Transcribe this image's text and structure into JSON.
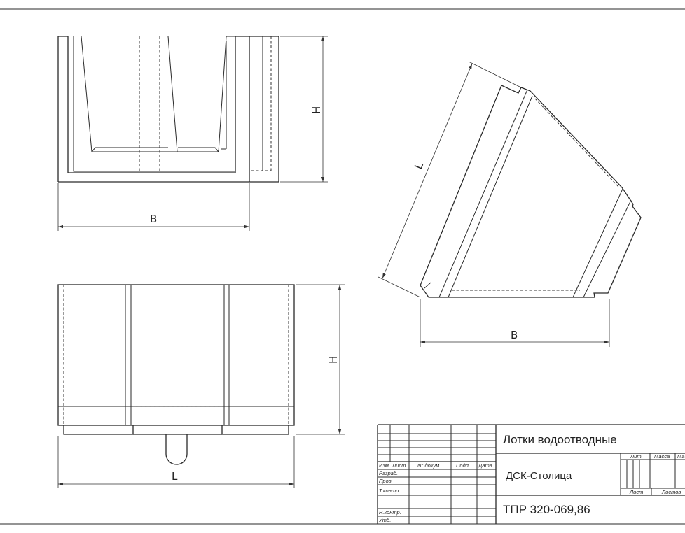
{
  "dimensions": {
    "front_width": "B",
    "front_height": "H",
    "side_height": "H",
    "side_length": "L",
    "iso_length": "L",
    "iso_width": "B"
  },
  "title_block": {
    "title": "Лотки водоотводные",
    "organization": "ДСК-Столица",
    "document_code": "ТПР 320-069,86",
    "columns": {
      "izm": "Изм",
      "list": "Лист",
      "doc_no": "N° докум.",
      "sign": "Подп.",
      "date": "Дата"
    },
    "roles": {
      "developed": "Разраб.",
      "checked": "Пров.",
      "tech_control": "Т.контр.",
      "norm_control": "Н.контр.",
      "approved": "Утб."
    },
    "stage_label": "Лит.",
    "mass_label": "Масса",
    "scale_label": "Ма",
    "sheet_label": "Лист",
    "sheets_label": "Листов"
  }
}
